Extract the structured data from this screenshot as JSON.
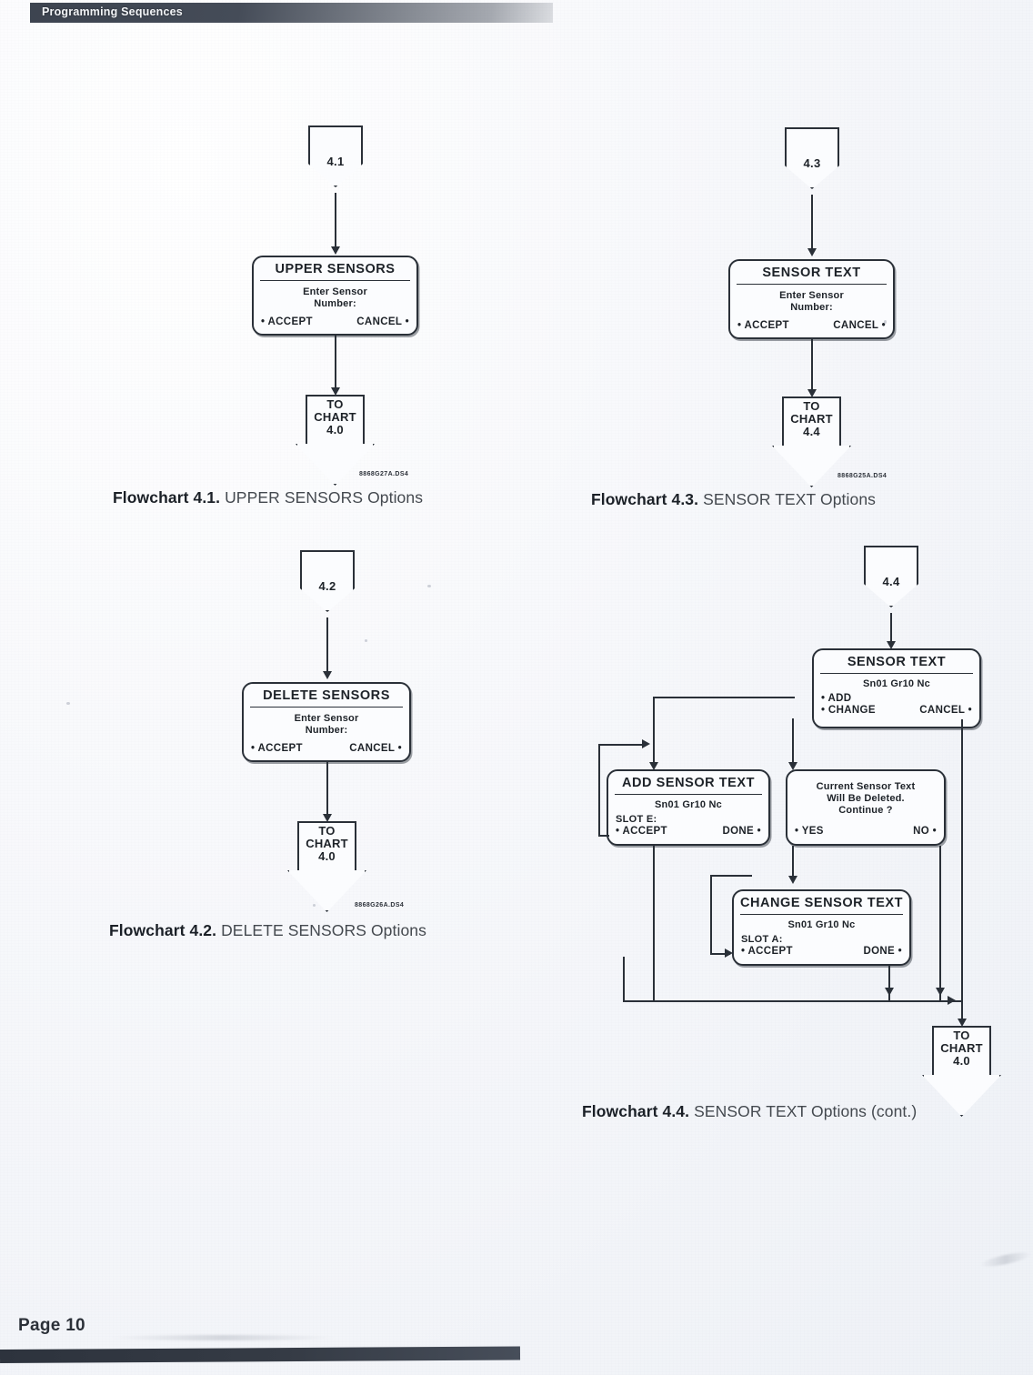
{
  "header": {
    "title": "Programming Sequences"
  },
  "footer": {
    "page_label": "Page 10"
  },
  "charts": [
    {
      "id": "4.1",
      "entry_tag": "4.1",
      "screen": {
        "title": "UPPER SENSORS",
        "lines": [
          "Enter Sensor",
          "Number:"
        ],
        "opt_left": "ACCEPT",
        "opt_right": "CANCEL"
      },
      "terminator": [
        "TO",
        "CHART",
        "4.0"
      ],
      "figure_code": "8868G27A.DS4",
      "caption_bold": "Flowchart 4.1.",
      "caption_rest": " UPPER SENSORS Options"
    },
    {
      "id": "4.2",
      "entry_tag": "4.2",
      "screen": {
        "title": "DELETE SENSORS",
        "lines": [
          "Enter Sensor",
          "Number:"
        ],
        "opt_left": "ACCEPT",
        "opt_right": "CANCEL"
      },
      "terminator": [
        "TO",
        "CHART",
        "4.0"
      ],
      "figure_code": "8868G26A.DS4",
      "caption_bold": "Flowchart 4.2.",
      "caption_rest": " DELETE SENSORS Options"
    },
    {
      "id": "4.3",
      "entry_tag": "4.3",
      "screen": {
        "title": "SENSOR TEXT",
        "lines": [
          "Enter Sensor",
          "Number:"
        ],
        "opt_left": "ACCEPT",
        "opt_right": "CANCEL"
      },
      "terminator": [
        "TO",
        "CHART",
        "4.4"
      ],
      "figure_code": "8868G25A.DS4",
      "caption_bold": "Flowchart 4.3.",
      "caption_rest": " SENSOR TEXT Options"
    },
    {
      "id": "4.4",
      "entry_tag": "4.4",
      "screens": {
        "sensor_text": {
          "title": "SENSOR TEXT",
          "value": "Sn01 Gr10 Nc",
          "opt_add": "ADD",
          "opt_change": "CHANGE",
          "opt_cancel": "CANCEL"
        },
        "add_sensor_text": {
          "title": "ADD SENSOR TEXT",
          "value": "Sn01 Gr10 Nc",
          "slot": "SLOT E:",
          "opt_left": "ACCEPT",
          "opt_right": "DONE"
        },
        "confirm_delete": {
          "lines": [
            "Current Sensor Text",
            "Will Be Deleted.",
            "Continue ?"
          ],
          "opt_left": "YES",
          "opt_right": "NO"
        },
        "change_sensor_text": {
          "title": "CHANGE SENSOR TEXT",
          "value": "Sn01 Gr10 Nc",
          "slot": "SLOT A:",
          "opt_left": "ACCEPT",
          "opt_right": "DONE"
        }
      },
      "terminator": [
        "TO",
        "CHART",
        "4.0"
      ],
      "caption_bold": "Flowchart 4.4.",
      "caption_rest": " SENSOR TEXT Options (cont.)"
    }
  ]
}
